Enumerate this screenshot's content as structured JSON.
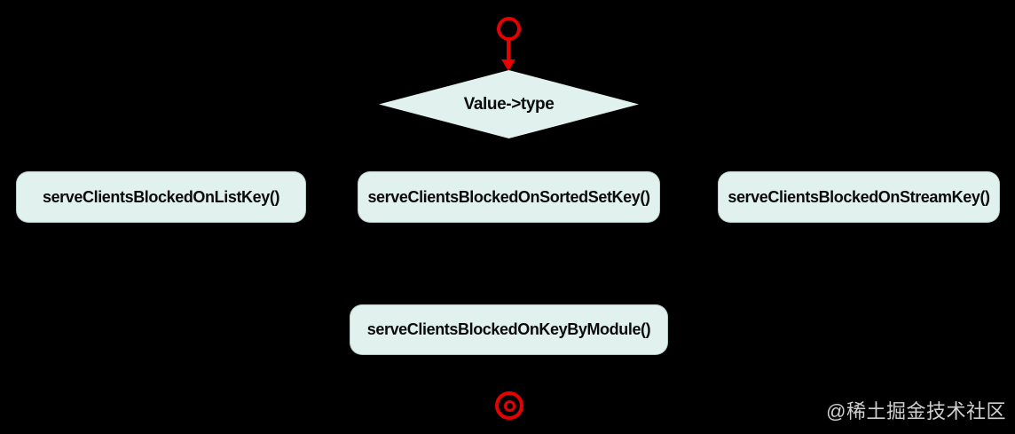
{
  "diagram": {
    "background_color": "#000000",
    "node_fill_color": "#e1f2ee",
    "accent_red": "#e60000",
    "text_color": "#0b0b0b",
    "watermark_color": "#cfcfcf",
    "start_node": {
      "icon": "red-circle-outline"
    },
    "decision": {
      "label": "Value->type",
      "shape": "diamond"
    },
    "branches": [
      {
        "label": "serveClientsBlockedOnListKey()"
      },
      {
        "label": "serveClientsBlockedOnSortedSetKey()"
      },
      {
        "label": "serveClientsBlockedOnStreamKey()"
      }
    ],
    "module_node": {
      "label": "serveClientsBlockedOnKeyByModule()"
    },
    "end_node": {
      "icon": "red-double-ring"
    },
    "watermark": "@稀土掘金技术社区"
  }
}
